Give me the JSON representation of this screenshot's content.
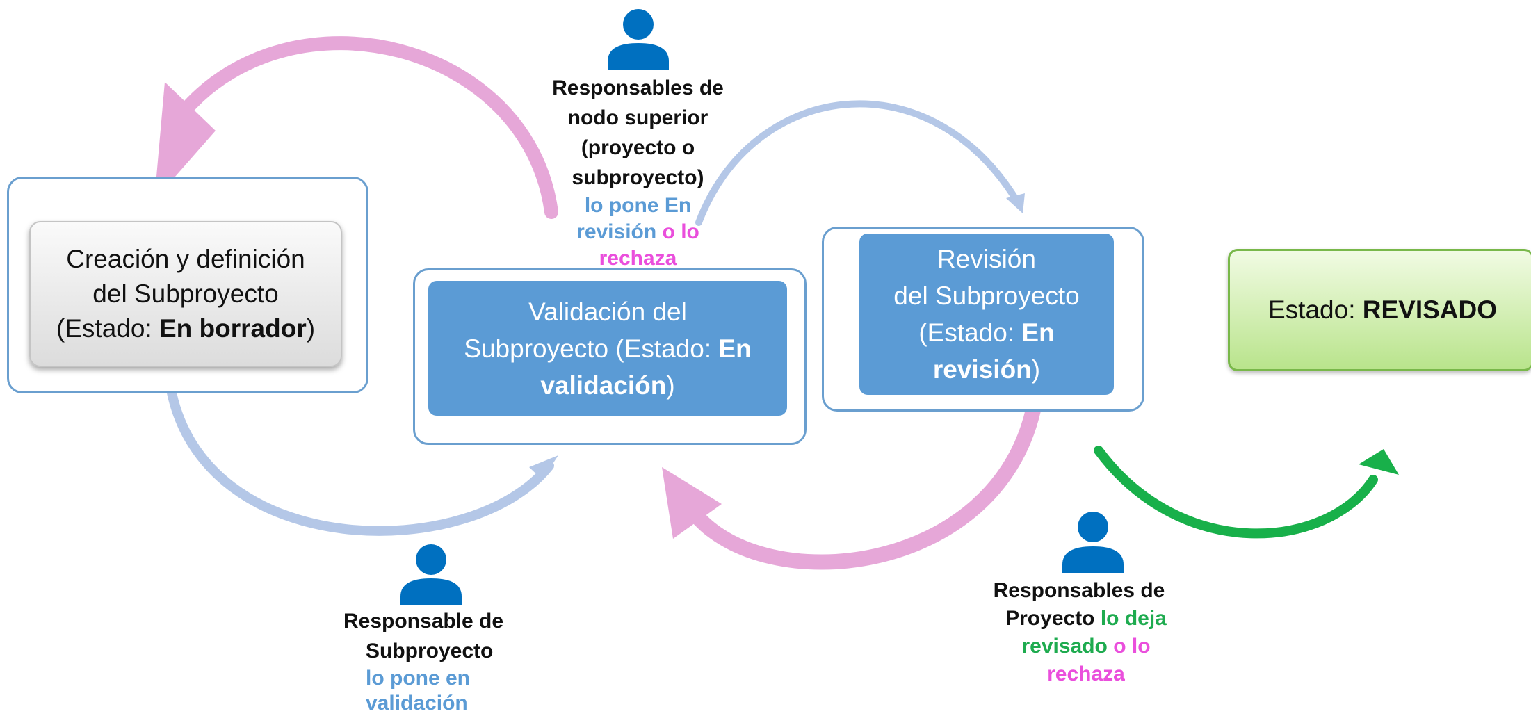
{
  "nodes": {
    "draft": {
      "line1": "Creación y definición",
      "line2": "del Subproyecto",
      "line3_pre": "(Estado: ",
      "line3_bold": "En borrador",
      "line3_post": ")"
    },
    "validation": {
      "line1": "Validación del",
      "line2_pre": "Subproyecto (Estado: ",
      "line2_bold": "En",
      "line3_bold": "validación",
      "line3_post": ")"
    },
    "review": {
      "line1": "Revisión",
      "line2": "del Subproyecto",
      "line3_pre": "(Estado: ",
      "line3_bold": "En",
      "line4_bold": "revisión",
      "line4_post": ")"
    },
    "final": {
      "prefix": "Estado: ",
      "bold": "REVISADO"
    }
  },
  "actors": {
    "top": {
      "line1": "Responsables de",
      "line2": "nodo superior",
      "line3": "(proyecto o",
      "line4": "subproyecto)",
      "line5": "lo pone En",
      "line6_a": "revisión",
      "line6_b": " o lo",
      "line7": "rechaza"
    },
    "bottom_left": {
      "line1": "Responsable de",
      "line2": "Subproyecto",
      "line3": "lo pone en",
      "line4": "validación"
    },
    "bottom_right": {
      "line1": "Responsables de",
      "line2_a": "Proyecto ",
      "line2_b": "lo deja",
      "line3_a": "revisado",
      "line3_b": " o lo",
      "line4": "rechaza"
    }
  },
  "colors": {
    "box_blue": "#5b9bd5",
    "frame_blue": "#6a9fcf",
    "arrow_blue": "#b4c7e7",
    "arrow_pink": "#e6a7d8",
    "arrow_green": "#18b04a",
    "person_icon": "#0070c0",
    "text_pink": "#ea4fdc",
    "text_green": "#1eab4f"
  }
}
